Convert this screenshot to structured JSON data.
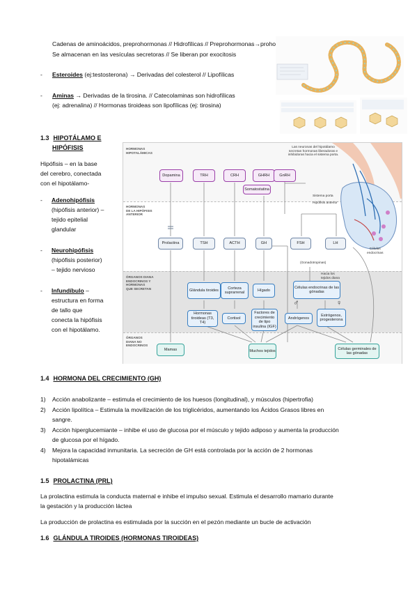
{
  "top": {
    "line1": "Cadenas de aminoácidos, preprohormonas // Hidrofílicas // Preprohormonas→prohormonas→hormonas //",
    "line2": "Se almacenan en las vesículas secretoras // Se liberan por exocitosis"
  },
  "esteroides": {
    "term": "Esteroides",
    "text": " (ej:testosterona) → Derivadas del colesterol // Lipofílicas"
  },
  "aminas": {
    "term": "Aminas",
    "text1": " → Derivadas de la tirosina. // Catecolaminas son hidrofílicas",
    "text2": "(ej: adrenalina) // Hormonas tiroideas son lipofílicas (ej: tirosina)"
  },
  "s13": {
    "num": "1.3",
    "title1": "HIPOTÁLAMO E",
    "title2": "HIPÓFISIS",
    "intro": [
      "Hipófisis – en la base",
      "del cerebro, conectada",
      "con el hipotálamo-"
    ],
    "items": [
      {
        "term": "Adenohipófisis",
        "lines": [
          "(hipófisis anterior) –",
          "tejido epitelial",
          "glandular"
        ]
      },
      {
        "term": "Neurohipófisis",
        "lines": [
          "(hipófisis posterior)",
          "– tejido nervioso"
        ]
      },
      {
        "term": "Infundíbulo",
        "after": " –",
        "lines": [
          "estructura en forma",
          "de tallo que",
          "conecta la hipófisis",
          "con el hipotálamo."
        ]
      }
    ]
  },
  "figure": {
    "band_labels": {
      "hip": [
        "HORMONAS",
        "HIPOTALÁMICAS"
      ],
      "ant": [
        "HORMONAS",
        "DE LA HIPÓFISIS",
        "ANTERIOR"
      ],
      "endo": [
        "ÓRGANOS DIANA",
        "ENDOCRINOS Y",
        "HORMONAS",
        "QUE SECRETAN"
      ],
      "noendo": [
        "ÓRGANOS",
        "DIANA NO",
        "ENDOCRINOS"
      ]
    },
    "note": [
      "Las neuronas del hipotálamo",
      "secretan hormonas liberadoras e",
      "inhibidoras hacia el sistema porta."
    ],
    "hypothalamic": [
      "Dopamina",
      "TRH",
      "CRH",
      "GHRH",
      "GnRH"
    ],
    "somatostatina": "Somatostatina",
    "pituitary": [
      "Prolactina",
      "TSH",
      "ACTH",
      "GH",
      "FSH",
      "LH"
    ],
    "gonadotropinas": "(Gonadotropinas)",
    "sistema_porta": "Sistema porta",
    "hipofisis_anterior": "Hipófisis anterior",
    "celulas_endocrinas": [
      "Células",
      "endocrinas"
    ],
    "hacia_tejidos": [
      "Hacia los",
      "tejidos diana"
    ],
    "organs": [
      "Glándula tiroides",
      "Corteza suprarrenal",
      "Hígado",
      "Células endocrinas de las gónadas"
    ],
    "secreted": [
      "Hormonas tiroideas (T3, T4)",
      "Cortisol",
      "Factores de crecimiento de tipo insulina (IGF)",
      "Andrógenos",
      "Estrógenos, progesterona"
    ],
    "male": "♂",
    "female": "♀",
    "nonendo": [
      "Mamas",
      "Muchos tejidos",
      "Células germinales de las gónadas"
    ]
  },
  "s14": {
    "num": "1.4",
    "title": "HORMONA DEL CRECIMIENTO (GH)",
    "items": [
      {
        "n": "1)",
        "lines": [
          "Acción anabolizante – estimula el crecimiento de los huesos (longitudinal), y músculos (hipertrofia)"
        ]
      },
      {
        "n": "2)",
        "lines": [
          "Acción lipolítica – Estimula la movilización de los triglicéridos, aumentando los Ácidos Grasos libres en",
          "sangre."
        ]
      },
      {
        "n": "3)",
        "lines": [
          "Acción hiperglucemiante – inhibe el uso de glucosa por el músculo y tejido adiposo y aumenta la producción",
          "de glucosa por el hígado."
        ]
      },
      {
        "n": "4)",
        "lines": [
          "Mejora la capacidad inmunitaria. La secreción de GH está controlada por la acción de 2 hormonas",
          "hipotalámicas"
        ]
      }
    ]
  },
  "s15": {
    "num": "1.5",
    "title": "PROLACTINA (PRL)",
    "p1a": "La prolactina estimula la conducta maternal e inhibe el impulso sexual. Estimula el desarrollo mamario durante",
    "p1b": "la gestación y la producción láctea",
    "p2": "La producción de prolactina es estimulada por la succión en el pezón mediante un bucle de activación"
  },
  "s16": {
    "num": "1.6",
    "title": "GLÁNDULA TIROIDES (HORMONAS TIROIDEAS)"
  }
}
